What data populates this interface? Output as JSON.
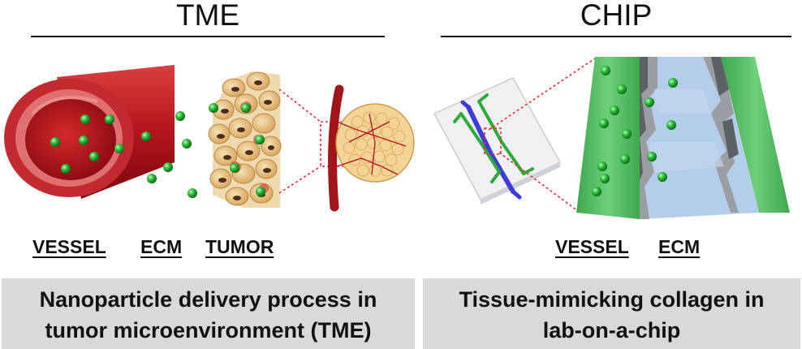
{
  "left_panel": {
    "heading": "TME",
    "labels": {
      "vessel": "VESSEL",
      "ecm": "ECM",
      "tumor": "TUMOR"
    },
    "caption": {
      "line1": "Nanoparticle delivery process in",
      "line2": "tumor microenvironment (TME)"
    }
  },
  "right_panel": {
    "heading": "CHIP",
    "labels": {
      "vessel": "VESSEL",
      "ecm": "ECM"
    },
    "caption": {
      "line1": "Tissue-mimicking collagen in",
      "line2": "lab-on-a-chip"
    }
  },
  "colors": {
    "vessel_red": "#b3141c",
    "nanoparticle_green": "#1faa2b",
    "tumor_cell": "#e8c487",
    "chip_green": "#5cbf6a",
    "chip_blue": "#aac8ea",
    "caption_bg": "#d9d9d9",
    "zoom_line": "#e53030"
  }
}
